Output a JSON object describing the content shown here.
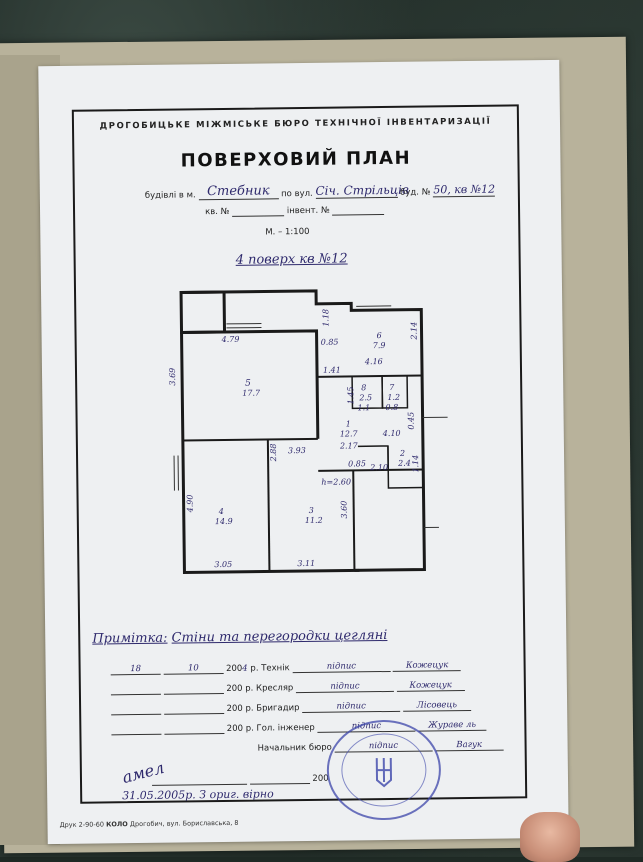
{
  "document": {
    "bureau": "ДРОГОБИЦЬКЕ МІЖМІСЬКЕ БЮРО ТЕХНІЧНОЇ ІНВЕНТАРИЗАЦІЇ",
    "title": "ПОВЕРХОВИЙ ПЛАН",
    "building_label": "будівлі в м.",
    "city": "Стебник",
    "street_label": "по вул.",
    "street": "Січ. Стрільців",
    "house_label": "буд. №",
    "house": "50, кв №12",
    "flat_label": "кв. №",
    "invent_label": "інвент. №",
    "scale": "М. – 1:100",
    "floor_note": "4 поверх кв №12"
  },
  "plan": {
    "rooms": [
      {
        "no": "5",
        "area": "17.7"
      },
      {
        "no": "6",
        "area": "7.9"
      },
      {
        "no": "8",
        "area": "2.5"
      },
      {
        "no": "7",
        "area": "1.2"
      },
      {
        "no": "1",
        "area": "12.7"
      },
      {
        "no": "2",
        "area": "2.4"
      },
      {
        "no": "4",
        "area": "14.9"
      },
      {
        "no": "3",
        "area": "11.2"
      }
    ],
    "dims": [
      "4.79",
      "3.69",
      "1.18",
      "2.14",
      "0.85",
      "4.16",
      "1.41",
      "1.45",
      "1.1",
      "0.8",
      "2.17",
      "4.10",
      "0.45",
      "2.88",
      "3.93",
      "0.85",
      "2.10",
      "1.14",
      "h=2.60",
      "4.90",
      "3.60",
      "3.05",
      "3.11"
    ]
  },
  "note": {
    "label": "Примітка:",
    "text": "Стіни та перегородки цегляні"
  },
  "signatures": [
    {
      "date_d": "18",
      "date_m": "10",
      "year_prefix": "200",
      "year_suffix": "4",
      "role": "р. Технік",
      "sign": "підпис",
      "name": "Кожецук"
    },
    {
      "date_d": "",
      "date_m": "",
      "year_prefix": "200",
      "year_suffix": "",
      "role": "р. Кресляр",
      "sign": "підпис",
      "name": "Кожецук"
    },
    {
      "date_d": "",
      "date_m": "",
      "year_prefix": "200",
      "year_suffix": "",
      "role": "р. Бригадир",
      "sign": "підпис",
      "name": "Лісовець"
    },
    {
      "date_d": "",
      "date_m": "",
      "year_prefix": "200",
      "year_suffix": "",
      "role": "р. Гол. інженер",
      "sign": "підпис",
      "name": "Жураве ль"
    },
    {
      "date_d": "",
      "date_m": "",
      "year_prefix": "",
      "year_suffix": "",
      "role": "Начальник бюро",
      "sign": "підпис",
      "name": "Вагук"
    }
  ],
  "bottom": {
    "year_prefix": "200",
    "handwritten": "31.05.2005р. З ориг. вірно",
    "signature_left": "амел"
  },
  "print": {
    "prefix": "Друк",
    "phone": "2-90-60",
    "brand": "КОЛО",
    "address": "Дрогобич, вул. Бориславська, 8"
  },
  "colors": {
    "ink_blue": "#2f2a6d",
    "stamp_blue": "#3c46aa",
    "paper": "#eef0f2",
    "folder": "#b8b29b"
  }
}
